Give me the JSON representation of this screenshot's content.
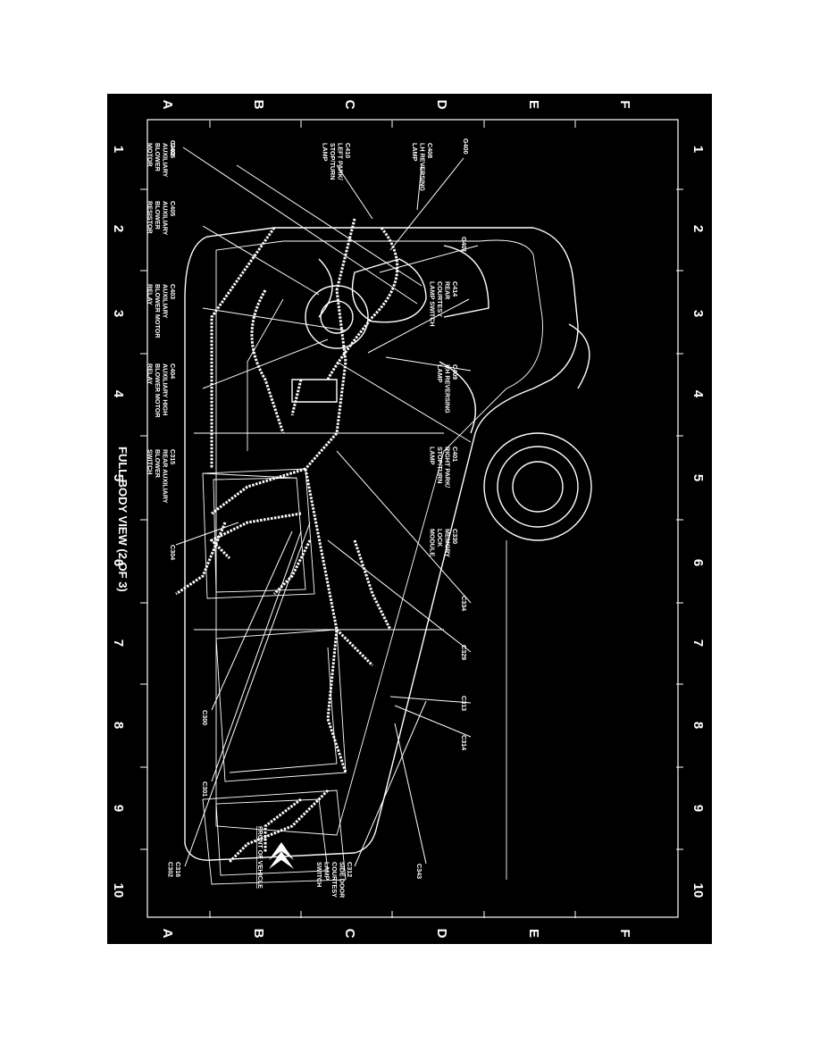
{
  "diagram": {
    "title": "FULL BODY VIEW (2 OF 3)",
    "front_label": "FRONT OF VEHICLE",
    "columns": [
      "1",
      "2",
      "3",
      "4",
      "5",
      "6",
      "7",
      "8",
      "9",
      "10"
    ],
    "rows": [
      "A",
      "B",
      "C",
      "D",
      "E",
      "F"
    ],
    "callouts": [
      {
        "id": "c402",
        "lines": [
          "C402"
        ]
      },
      {
        "id": "c406",
        "lines": [
          "C406",
          "AUXILIARY",
          "BLOWER",
          "MOTOR"
        ]
      },
      {
        "id": "c410",
        "lines": [
          "C410",
          "LEFT PARK/",
          "STOP/TURN",
          "LAMP"
        ]
      },
      {
        "id": "c408",
        "lines": [
          "C408",
          "LH REVERSING",
          "LAMP"
        ]
      },
      {
        "id": "g400",
        "lines": [
          "G400"
        ]
      },
      {
        "id": "c405",
        "lines": [
          "C405",
          "AUXILIARY",
          "BLOWER",
          "RESISTOR"
        ]
      },
      {
        "id": "g401",
        "lines": [
          "G401"
        ]
      },
      {
        "id": "c403",
        "lines": [
          "C403",
          "AUXILIARY",
          "BLOWER MOTOR",
          "RELAY"
        ]
      },
      {
        "id": "c414",
        "lines": [
          "C414",
          "REAR",
          "COURTESY",
          "LAMP SWITCH"
        ]
      },
      {
        "id": "c404",
        "lines": [
          "C404",
          "AUXILIARY HIGH",
          "BLOWER MOTOR",
          "RELAY"
        ]
      },
      {
        "id": "c409",
        "lines": [
          "C409",
          "RH REVERSING",
          "LAMP"
        ]
      },
      {
        "id": "c315",
        "lines": [
          "C315",
          "REAR AUXILIARY",
          "BLOWER",
          "SWITCH"
        ]
      },
      {
        "id": "c401",
        "lines": [
          "C401",
          "RIGHT PARK/",
          "STOP/TURN",
          "LAMP"
        ]
      },
      {
        "id": "c330",
        "lines": [
          "C330",
          "MEMORY",
          "LOCK",
          "MODULE"
        ]
      },
      {
        "id": "c304",
        "lines": [
          "C304"
        ]
      },
      {
        "id": "c334",
        "lines": [
          "C334"
        ]
      },
      {
        "id": "c329",
        "lines": [
          "C329"
        ]
      },
      {
        "id": "c300",
        "lines": [
          "C300"
        ]
      },
      {
        "id": "c313",
        "lines": [
          "C313"
        ]
      },
      {
        "id": "c314",
        "lines": [
          "C314"
        ]
      },
      {
        "id": "c301",
        "lines": [
          "C301"
        ]
      },
      {
        "id": "c343",
        "lines": [
          "C343"
        ]
      },
      {
        "id": "c312",
        "lines": [
          "C312",
          "SIDE DOOR",
          "COURTESY",
          "LAMP",
          "SWITCH"
        ]
      },
      {
        "id": "c316",
        "lines": [
          "C316",
          "C302"
        ]
      }
    ]
  }
}
